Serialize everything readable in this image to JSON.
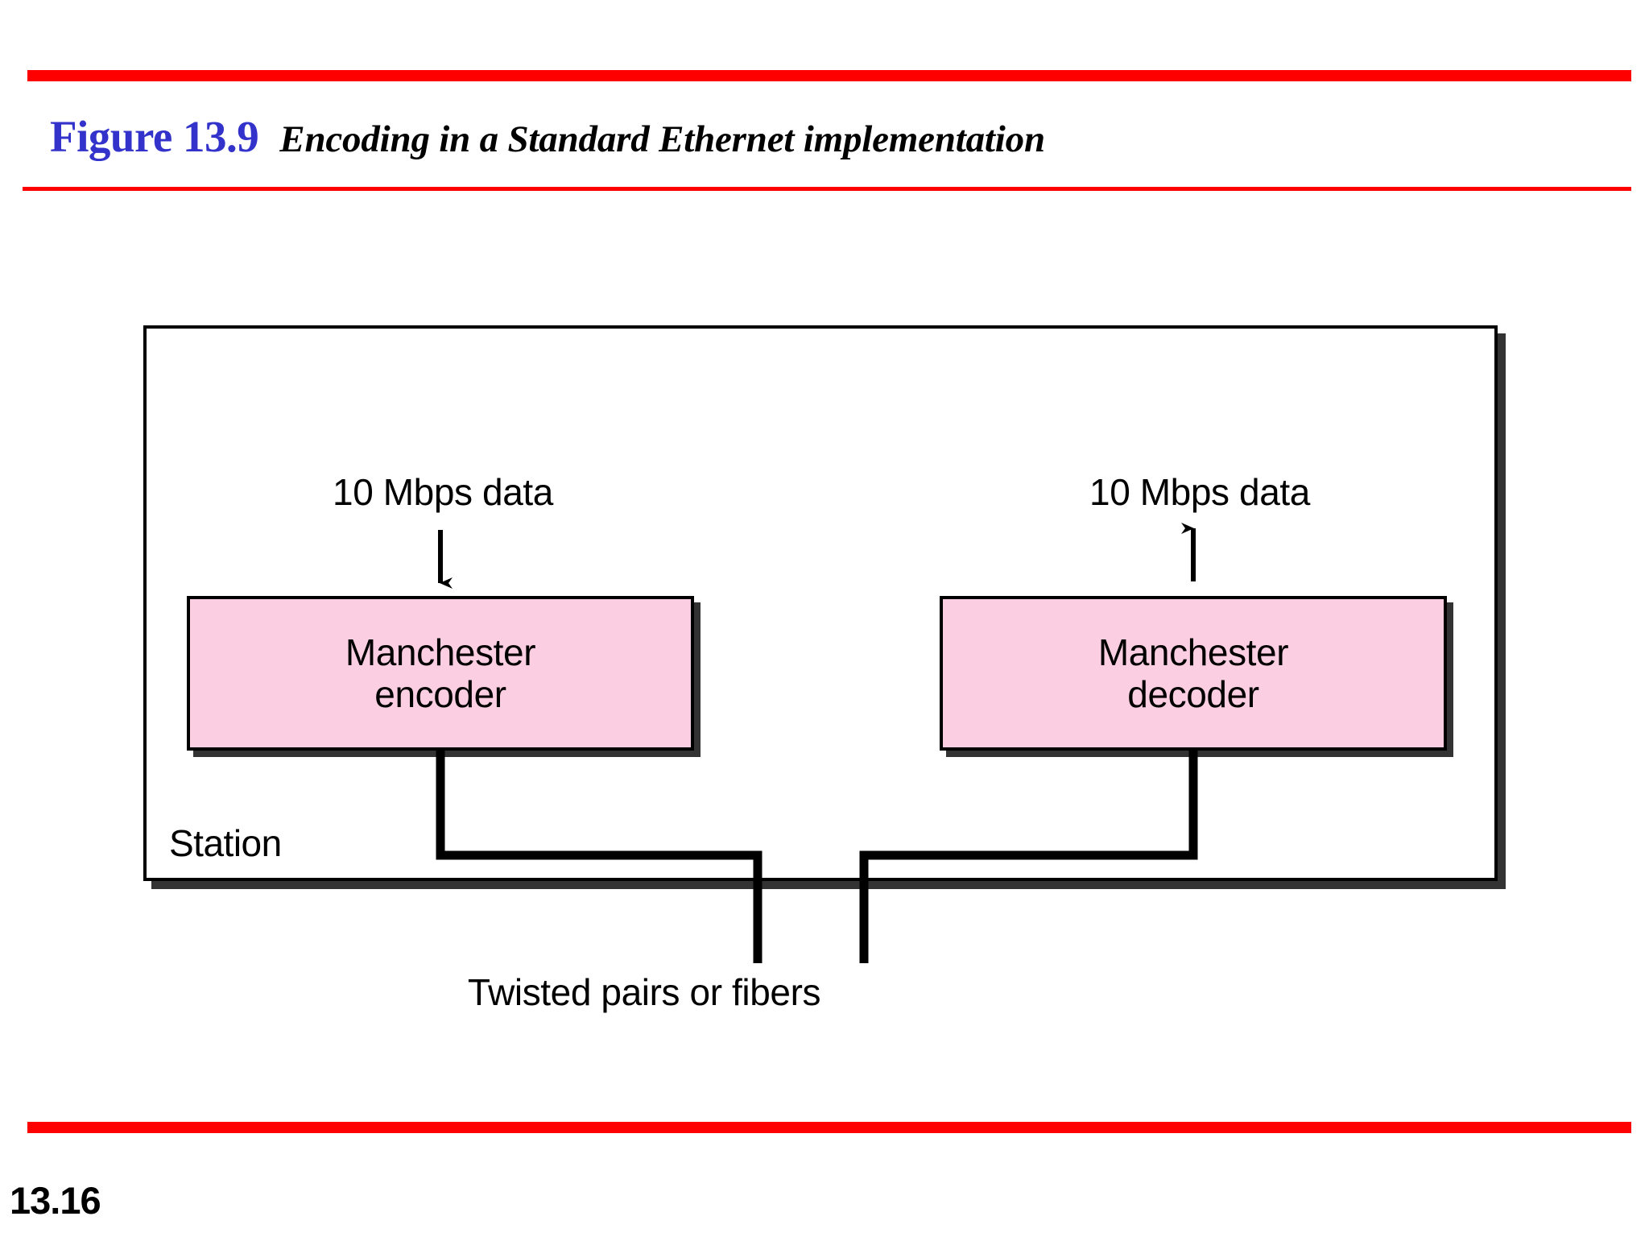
{
  "slide": {
    "figure_label": "Figure 13.9",
    "figure_caption": "Encoding in a Standard Ethernet implementation",
    "slide_number": "13.16",
    "accent_rule_color": "#fe0000",
    "figure_label_color": "#3333cc",
    "box_fill_color": "#fbcee1",
    "shadow_color": "#333333",
    "stroke_color": "#000000"
  },
  "figure": {
    "station": {
      "label": "Station"
    },
    "inputs": {
      "left_rate": "10 Mbps data",
      "right_rate": "10 Mbps data"
    },
    "blocks": [
      {
        "line1": "Manchester",
        "line2": "encoder"
      },
      {
        "line1": "Manchester",
        "line2": "decoder"
      }
    ],
    "media": {
      "label": "Twisted pairs or fibers"
    }
  }
}
